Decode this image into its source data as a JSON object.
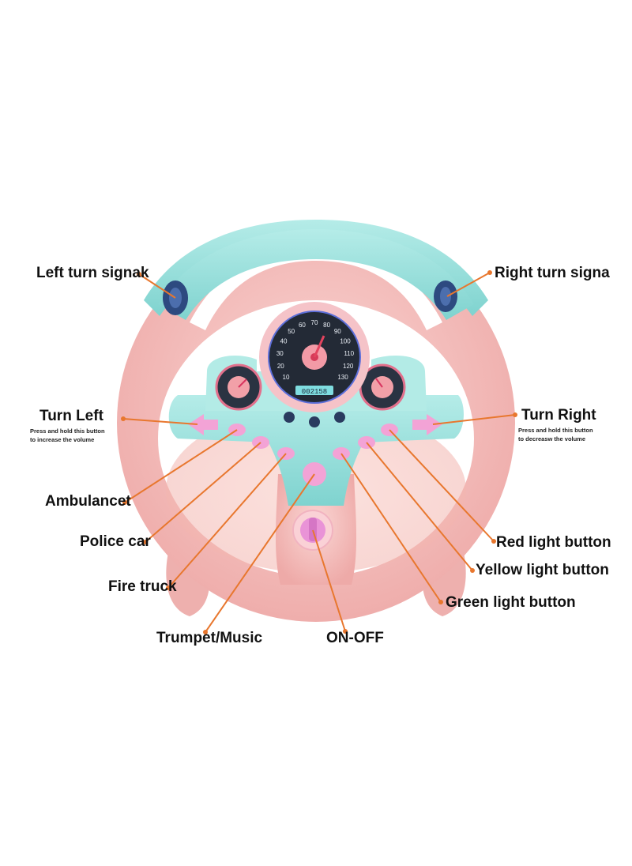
{
  "labels": {
    "left_turn_signal": "Left turn signak",
    "right_turn_signal": "Right turn signa",
    "turn_left": "Turn Left",
    "turn_left_note_1": "Press and hold this button",
    "turn_left_note_2": "to increase the volume",
    "turn_right": "Turn Right",
    "turn_right_note_1": "Press and hold this button",
    "turn_right_note_2": "to decreasw the volume",
    "ambulance": "Ambulancet",
    "police_car": "Police car",
    "fire_truck": "Fire truck",
    "trumpet_music": "Trumpet/Music",
    "on_off": "ON-OFF",
    "red_light": "Red light button",
    "yellow_light": "Yellow light button",
    "green_light": "Green light button"
  },
  "speedometer": {
    "ticks": [
      "10",
      "20",
      "30",
      "40",
      "50",
      "60",
      "70",
      "80",
      "90",
      "100",
      "110",
      "120",
      "130"
    ],
    "odometer": "002158"
  },
  "colors": {
    "wheel_pink": "#f5c2c0",
    "accent_teal": "#9fe3df",
    "button_pink": "#f3a3d6",
    "leader_line": "#e8772e"
  }
}
